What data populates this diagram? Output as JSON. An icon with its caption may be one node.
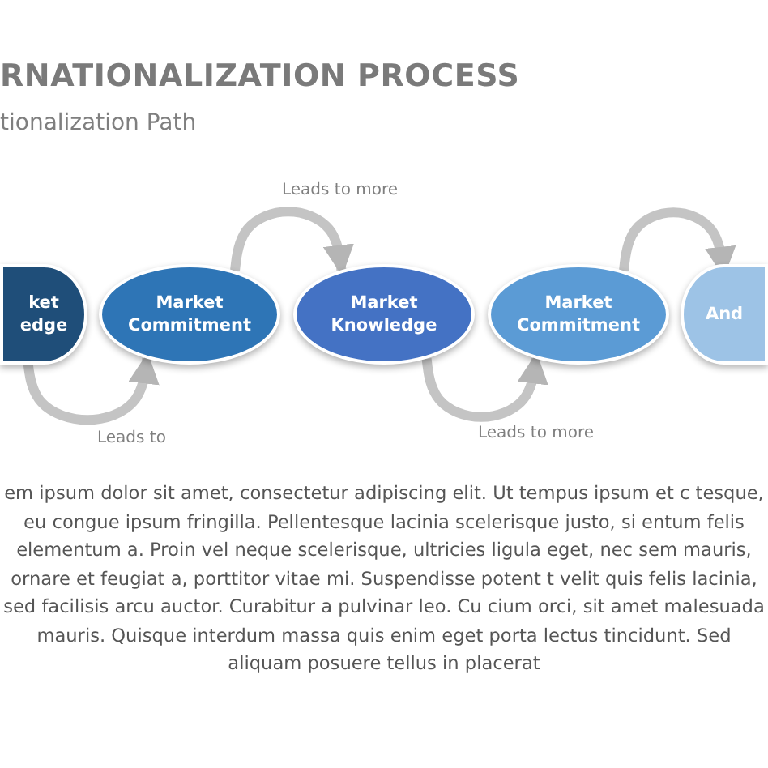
{
  "diagram": {
    "title": "RNATIONALIZATION PROCESS",
    "nodes": [
      {
        "text": [
          "ket edge"
        ]
      },
      {
        "text": [
          "Market Commitment"
        ]
      },
      {
        "text": [
          "Market Knowledge"
        ]
      },
      {
        "text": [
          "Market Commitment"
        ]
      },
      {
        "text": [
          "And"
        ]
      }
    ],
    "edges": [
      {
        "from": 0,
        "to": 1,
        "arrow": "to",
        "label": "Leads to"
      },
      {
        "from": 1,
        "to": 2,
        "arrow": "to",
        "label": "Leads to more"
      },
      {
        "from": 2,
        "to": 3,
        "arrow": "to",
        "label": "Leads to more"
      },
      {
        "from": 3,
        "to": 4,
        "arrow": "to"
      }
    ],
    "labels": [
      "tionalization Path",
      "em ipsum dolor sit amet, consectetur adipiscing elit. Ut tempus ipsum et c tesque, eu congue ipsum fringilla. Pellentesque lacinia scelerisque justo, si entum felis elementum a. Proin vel neque scelerisque, ultricies ligula eget, nec sem mauris, ornare et feugiat a, porttitor vitae mi. Suspendisse potent t velit quis felis lacinia, sed facilisis arcu auctor. Curabitur a pulvinar leo. Cu cium orci, sit amet malesuada mauris. Quisque interdum massa quis enim eget porta lectus tincidunt. Sed aliquam posuere tellus in placerat"
    ]
  }
}
